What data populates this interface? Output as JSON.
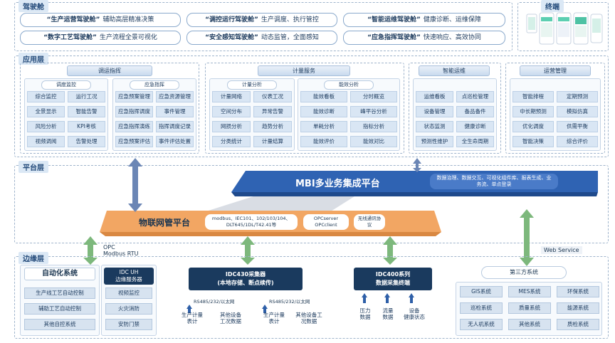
{
  "cockpit": {
    "title": "驾驶舱",
    "terminal": "终端",
    "items": [
      {
        "name": "“生产运营驾驶舱”",
        "desc": "辅助高层精准决策"
      },
      {
        "name": "“调控运行驾驶舱”",
        "desc": "生产调度、执行管控"
      },
      {
        "name": "“智能运维驾驶舱”",
        "desc": "健康诊断、运维保障"
      },
      {
        "name": "“数字工艺驾驶舱”",
        "desc": "生产流程全景可视化"
      },
      {
        "name": "“安全感知驾驶舱”",
        "desc": "动态监管，全面感知"
      },
      {
        "name": "“应急指挥驾驶舱”",
        "desc": "快速响应、高效协同"
      }
    ]
  },
  "app": {
    "title": "应用层",
    "dispatch": {
      "title": "调运指挥",
      "left": {
        "title": "调度监控",
        "items": [
          "综合监控",
          "运行工况",
          "全景显示",
          "智能告警",
          "风险分析",
          "KPI考核",
          "视频调阅",
          "告警处理"
        ]
      },
      "right": {
        "title": "应急指挥",
        "items": [
          "应急预案管理",
          "应急资源管理",
          "应急指挥调度",
          "事件管理",
          "应急指挥演练",
          "指挥调度记录",
          "应急预案评估",
          "事件评估处置"
        ]
      }
    },
    "plan": {
      "title": "计量服务",
      "left": {
        "title": "计量分析",
        "items": [
          "计量网络",
          "仪表工况",
          "空间分布",
          "异常告警",
          "网损分析",
          "趋势分析",
          "分类统计",
          "计量结算"
        ]
      },
      "right": {
        "title": "能效分析",
        "items": [
          "能效看板",
          "分时概览",
          "能效诊断",
          "峰平谷分析",
          "单耗分析",
          "指标分析",
          "能效评价",
          "能效对比"
        ]
      }
    },
    "ops": {
      "title": "智能运维",
      "items": [
        "运维看板",
        "点巡检管理",
        "设备管理",
        "备品备件",
        "状态监测",
        "健康诊断",
        "预测性维护",
        "全生命周期"
      ]
    },
    "oper": {
      "title": "运营管理",
      "items": [
        "智能排程",
        "定期预测",
        "中长期预测",
        "模拟仿真",
        "优化调度",
        "供需平衡",
        "智能决策",
        "综合评价"
      ]
    }
  },
  "platform": {
    "title": "平台层",
    "mbi": "MBI多业务集成平台",
    "mbi_desc": "数据治理、数据交互、可视化组件库、报表生成、业务流、单点登录",
    "iot": "物联网管平台",
    "iot_protos": "modbus、IEC101、102/103/104、DLT645/1DL/T42.41等",
    "opc": "OPCserver OPCclient",
    "other": "无线通讯协议"
  },
  "edge": {
    "title": "边缘层",
    "opc_label": "OPC\nModbus RTU",
    "web_service": "Web Service",
    "auto": {
      "title": "自动化系统",
      "items": [
        "生产线工艺自动控制",
        "辅助工艺自动控制",
        "其他自控系统"
      ]
    },
    "idc_uh": {
      "title": "IDC UH\n边缘服务器",
      "items": [
        "视频监控",
        "火灾消防",
        "安防门禁"
      ]
    },
    "idc430": {
      "title": "IDC430采集器\n(本地存储、断点续传)",
      "bus1": "RS485/232/以太网",
      "bus2": "RS485/232/以太网",
      "d1": "生产计量\n表计",
      "d2": "其他设备\n工况数据",
      "d3": "生产计量\n表计",
      "d4": "其他设备工\n况数据"
    },
    "idc400": {
      "title": "IDC400系列\n数据采集终端",
      "d1": "压力\n数据",
      "d2": "流量\n数据",
      "d3": "设备\n健康状态"
    },
    "third": {
      "title": "第三方系统",
      "items": [
        "GIS系统",
        "MES系统",
        "环保系统",
        "巡检系统",
        "质量系统",
        "能源系统",
        "无人机系统",
        "其他系统",
        "质检系统"
      ]
    }
  },
  "colors": {
    "accent": "#2e5fa8",
    "arrow_blue": "#6b86b5",
    "arrow_green": "#7db87c",
    "iot": "#f0a35c"
  }
}
